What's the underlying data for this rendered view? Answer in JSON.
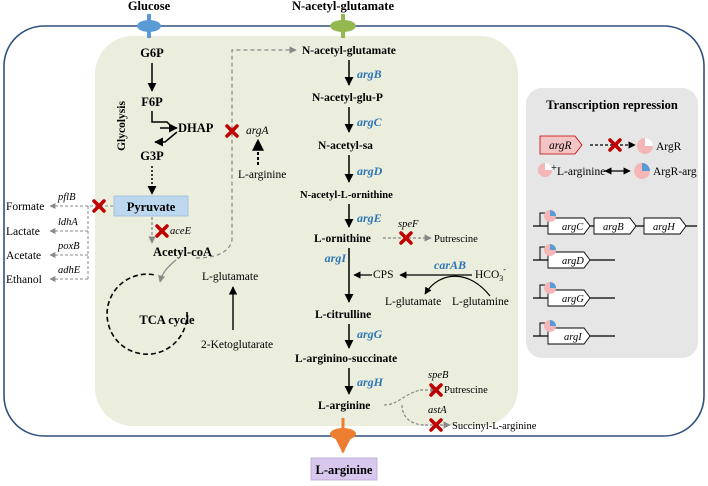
{
  "inputs": {
    "glucose": "Glucose",
    "n_acetyl_glutamate_in": "N-acetyl-glutamate"
  },
  "output": {
    "label": "L-arginine"
  },
  "glycolysis": {
    "label": "Glycolysis",
    "g6p": "G6P",
    "f6p": "F6P",
    "dhap": "DHAP",
    "g3p": "G3P",
    "pyruvate": "Pyruvate",
    "acetyl_coa": "Acetyl-coA",
    "tca": "TCA cycle",
    "l_glutamate": "L-glutamate",
    "ketoglutarate": "2-Ketoglutarate"
  },
  "byproducts": {
    "formate": "Formate",
    "pflB": "pflB",
    "lactate": "Lactate",
    "ldhA": "ldhA",
    "acetate": "Acetate",
    "poxB": "poxB",
    "ethanol": "Ethanol",
    "adhE": "adhE"
  },
  "genes_knocked": {
    "aceE": "aceE",
    "argA": "argA",
    "speF": "speF",
    "speB": "speB",
    "astA": "astA"
  },
  "arg_path": {
    "nag": "N-acetyl-glutamate",
    "argB": "argB",
    "nagp": "N-acetyl-glu-P",
    "argC": "argC",
    "nasa": "N-acetyl-sa",
    "argD": "argD",
    "naorn": "N-acetyl-L-ornithine",
    "argE": "argE",
    "orn": "L-ornithine",
    "putrescine1": "Putrescine",
    "argI": "argI",
    "cps": "CPS",
    "carAB": "carAB",
    "hco3": "HCO",
    "hco3_sub": "3",
    "hco3_sup": "-",
    "glutamate2": "L-glutamate",
    "glutamine": "L-glutamine",
    "cit": "L-citrulline",
    "argG": "argG",
    "argsuc": "L-arginino-succinate",
    "argH": "argH",
    "arg": "L-arginine",
    "arg_feedback": "L-arginine",
    "putrescine2": "Putrescine",
    "succinyl": "Succinyl-L-arginine"
  },
  "repression": {
    "title": "Transcription repression",
    "argR_gene": "argR",
    "argR_protein": "ArgR",
    "l_arginine": "L-arginine",
    "plus": "+",
    "argR_arg": "ArgR-arg",
    "operon1": [
      "argC",
      "argB",
      "argH"
    ],
    "op2": "argD",
    "op3": "argG",
    "op4": "argI"
  },
  "colors": {
    "cell_border": "#2F4F7F",
    "cytoplasm": "#EBEEDD",
    "panel": "#E6E6E6",
    "gene_blue": "#2E75B6",
    "knockout_red": "#C00000",
    "pyruvate_box": "#BDD7EE",
    "output_box": "#D9C8EE",
    "transporter_blue": "#5B9BD5",
    "transporter_green": "#92B84F",
    "transporter_orange": "#ED7D31",
    "argR_pink": "#F4B6B6"
  }
}
